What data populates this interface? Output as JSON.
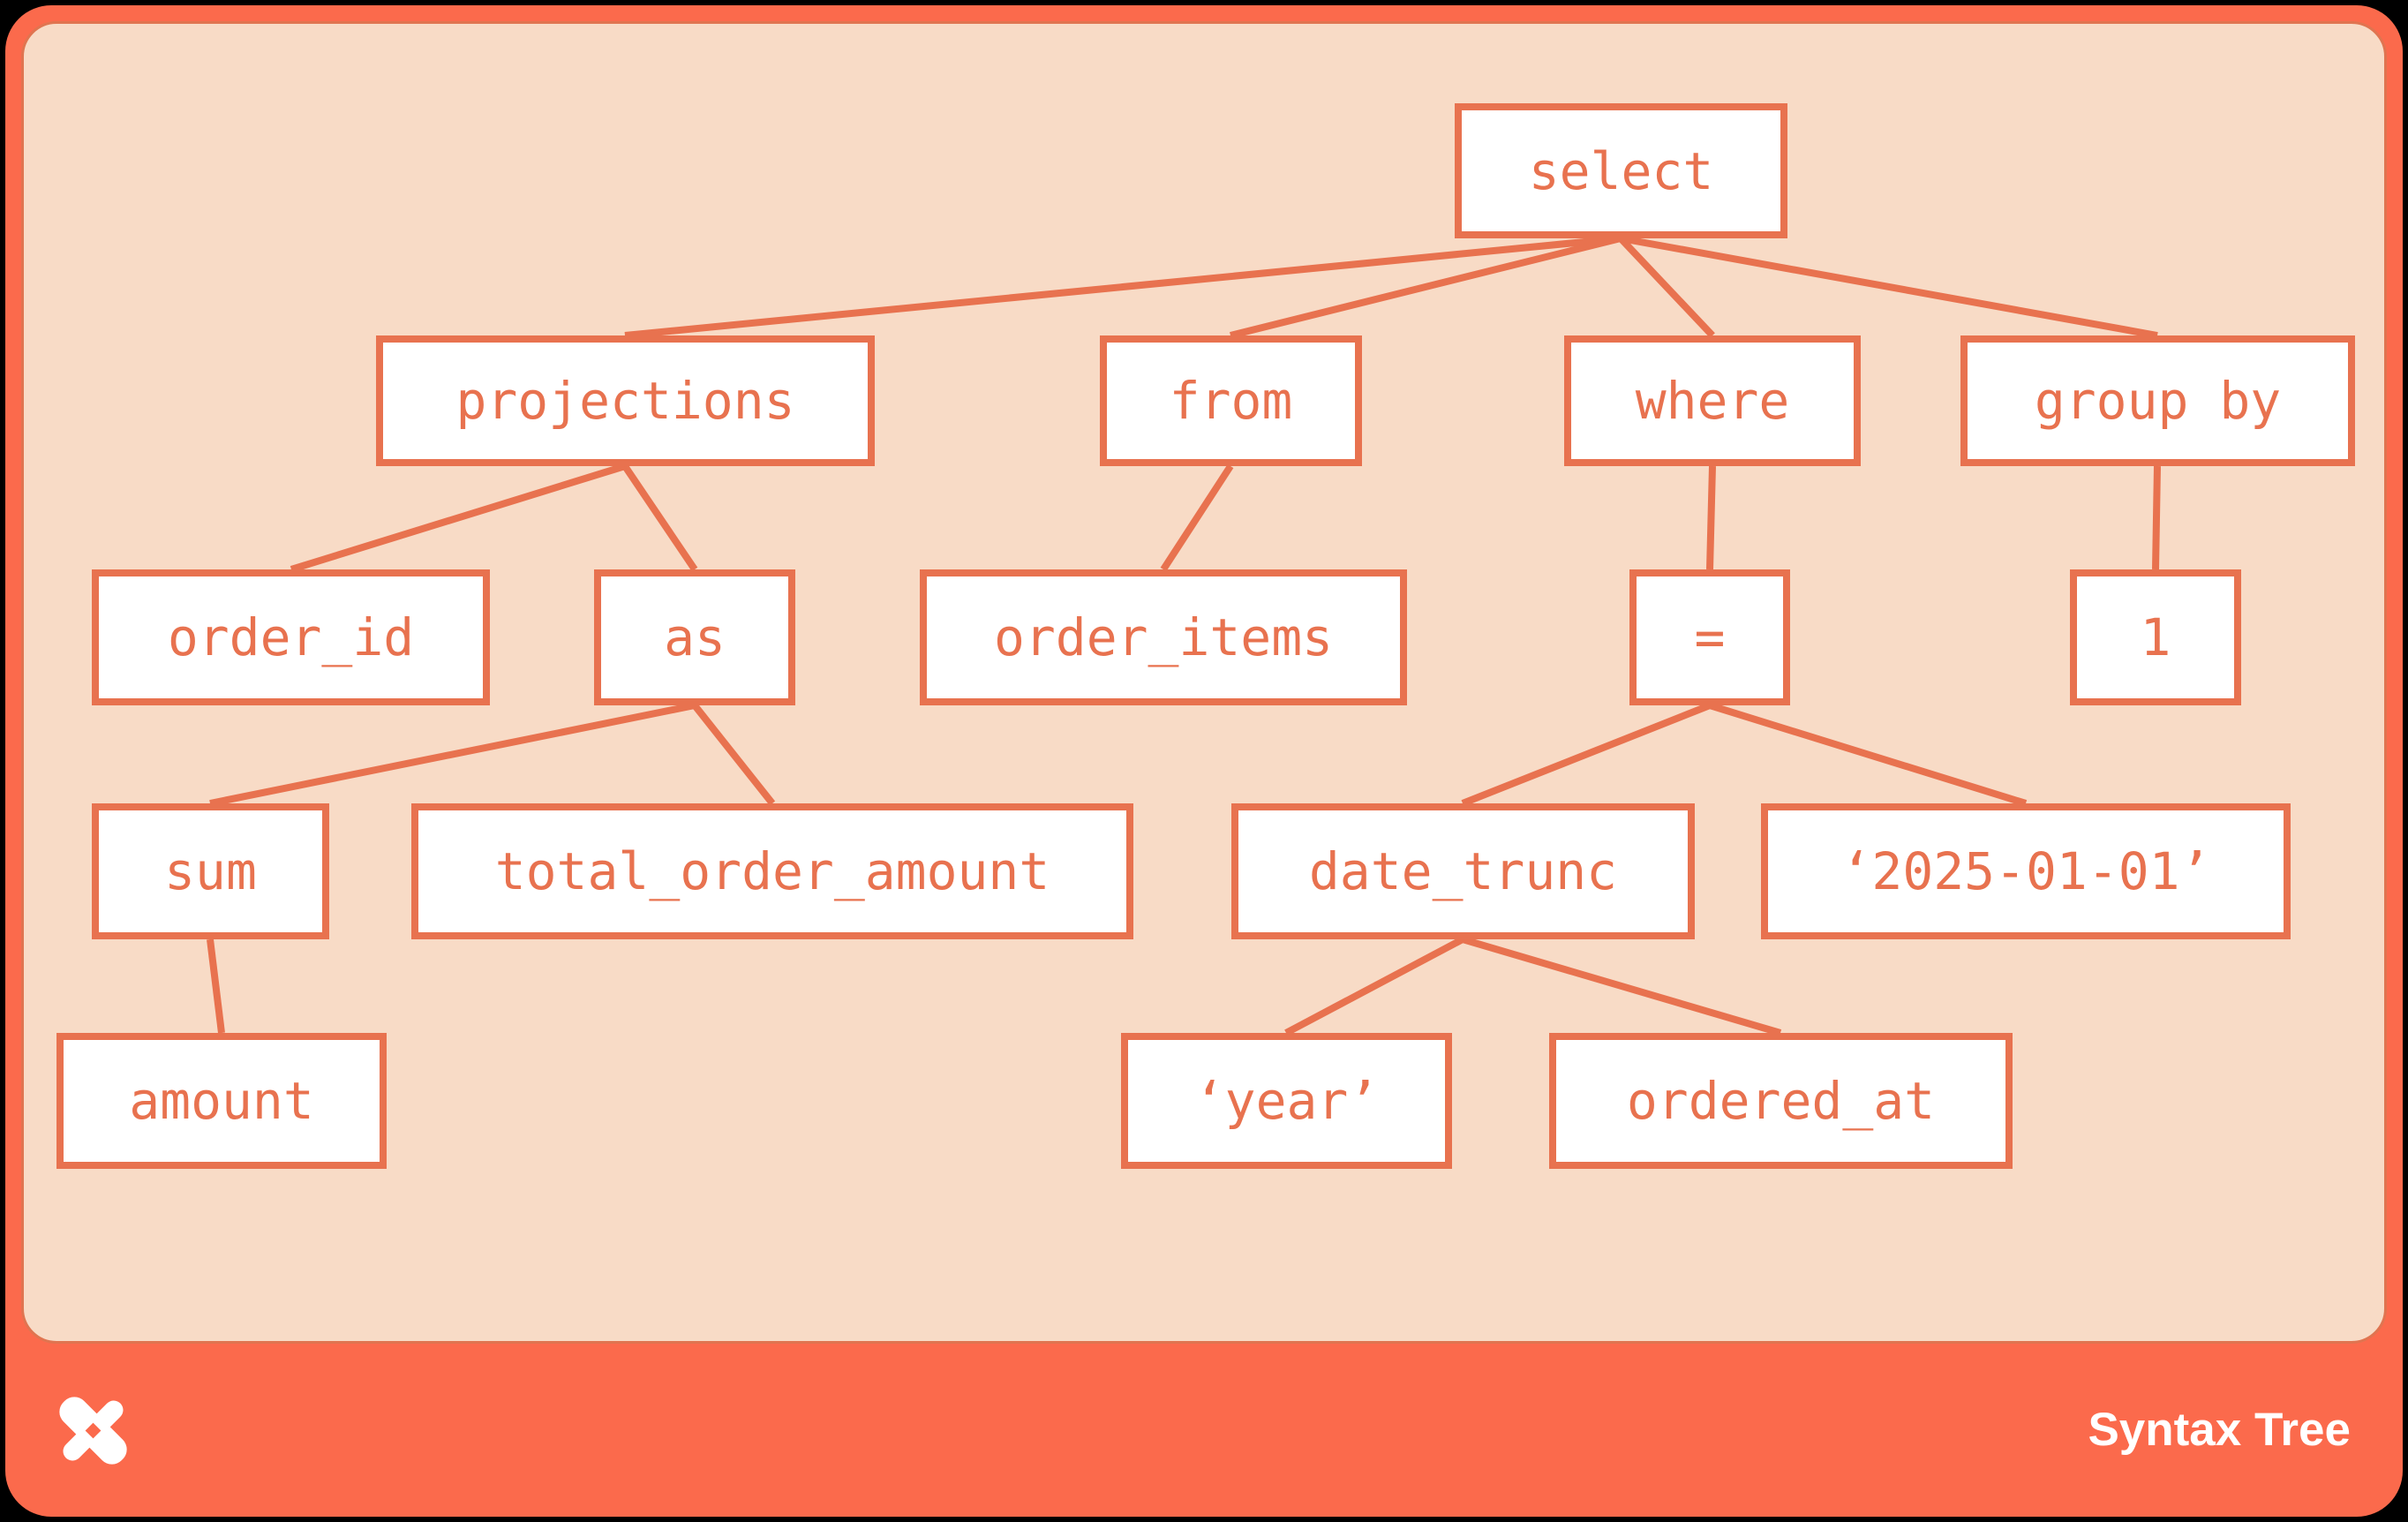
{
  "title": "Syntax Tree",
  "palette": {
    "outer_background": "#000000",
    "frame_orange": "#FB6A4C",
    "canvas_peach": "#F8DBC6",
    "node_border_orange": "#E8724F",
    "node_background": "#FFFFFF",
    "node_text_orange": "#E8724F",
    "footer_text_white": "#FFFFFF"
  },
  "footer": {
    "logo_icon": "dbt-pinwheel-logo",
    "label": "Syntax Tree"
  },
  "tree": {
    "description": "SQL query abstract syntax tree",
    "root": "select",
    "nodes": [
      {
        "id": "select",
        "label": "select",
        "parent": null
      },
      {
        "id": "projections",
        "label": "projections",
        "parent": "select"
      },
      {
        "id": "from",
        "label": "from",
        "parent": "select"
      },
      {
        "id": "where",
        "label": "where",
        "parent": "select"
      },
      {
        "id": "group_by",
        "label": "group by",
        "parent": "select"
      },
      {
        "id": "order_id",
        "label": "order_id",
        "parent": "projections"
      },
      {
        "id": "as",
        "label": "as",
        "parent": "projections"
      },
      {
        "id": "order_items",
        "label": "order_items",
        "parent": "from"
      },
      {
        "id": "equals",
        "label": "=",
        "parent": "where"
      },
      {
        "id": "one",
        "label": "1",
        "parent": "group_by"
      },
      {
        "id": "sum",
        "label": "sum",
        "parent": "as"
      },
      {
        "id": "total_order_amount",
        "label": "total_order_amount",
        "parent": "as"
      },
      {
        "id": "date_trunc",
        "label": "date_trunc",
        "parent": "equals"
      },
      {
        "id": "literal_2025_01_01",
        "label": "‘2025-01-01’",
        "parent": "equals"
      },
      {
        "id": "amount",
        "label": "amount",
        "parent": "sum"
      },
      {
        "id": "literal_year",
        "label": "‘year’",
        "parent": "date_trunc"
      },
      {
        "id": "ordered_at",
        "label": "ordered_at",
        "parent": "date_trunc"
      }
    ]
  }
}
